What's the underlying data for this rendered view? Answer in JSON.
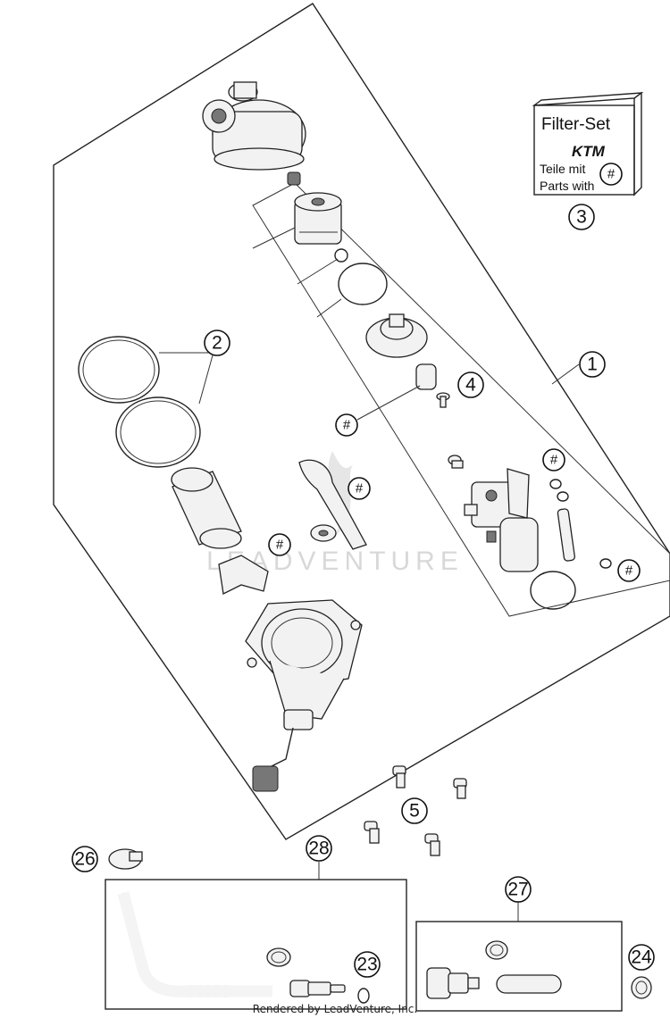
{
  "callouts": {
    "c1": "1",
    "c2": "2",
    "c3": "3",
    "c4": "4",
    "c5": "5",
    "c23": "23",
    "c24": "24",
    "c26": "26",
    "c27": "27",
    "c28": "28"
  },
  "hash_symbol": "#",
  "filter_box": {
    "title": "Filter-Set",
    "brand": "KTM",
    "line1": "Teile mit",
    "line2": "Parts with"
  },
  "watermark": "LEADVENTURE",
  "footer": "Rendered by LeadVenture, Inc."
}
